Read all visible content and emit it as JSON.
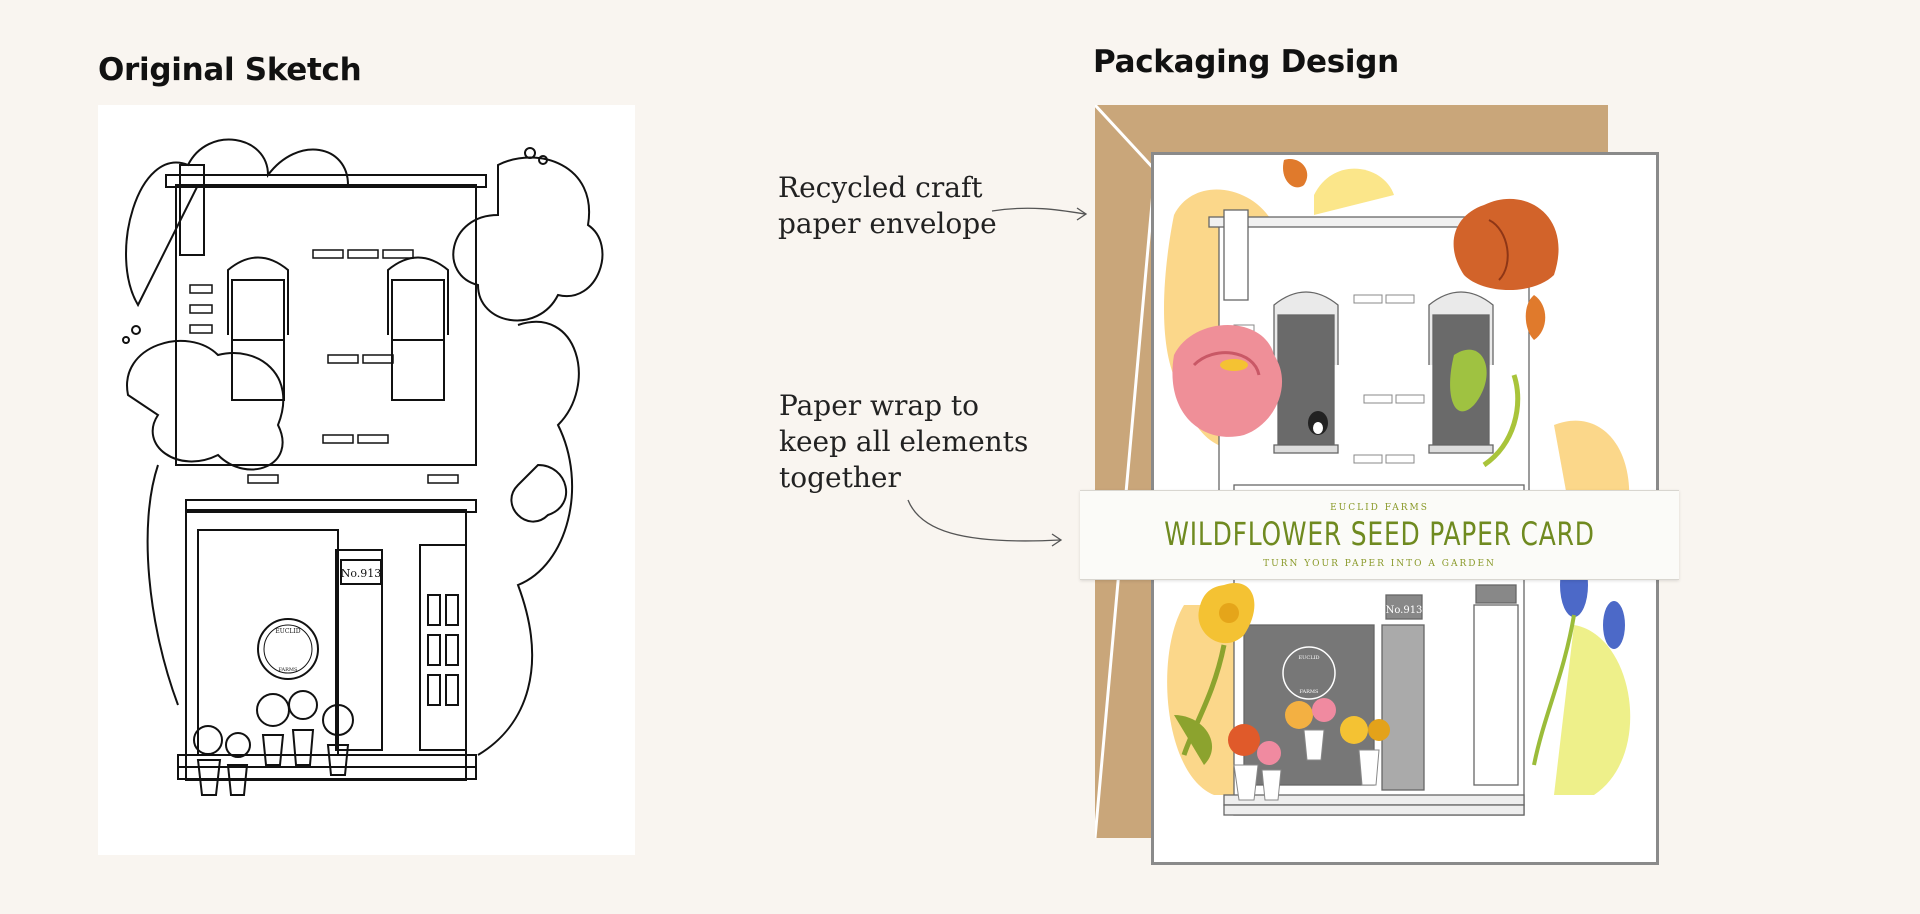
{
  "headings": {
    "sketch": "Original Sketch",
    "packaging": "Packaging Design"
  },
  "annotations": {
    "envelope": "Recycled craft\npaper envelope",
    "wrap": "Paper wrap to\nkeep all elements\ntogether"
  },
  "sketch": {
    "address": "No.913",
    "logo_top": "EUCLID",
    "logo_bottom": "FARMS"
  },
  "card": {
    "address": "No.913",
    "logo_top": "EUCLID",
    "logo_bottom": "FARMS"
  },
  "wrap": {
    "brand": "EUCLID FARMS",
    "title": "WILDFLOWER SEED PAPER CARD",
    "tagline": "TURN YOUR PAPER INTO A GARDEN"
  },
  "colors": {
    "background": "#f9f5f0",
    "kraft": "#c9a67a",
    "title_green": "#6f8a20",
    "flower_orange": "#d2632a",
    "flower_pink": "#ef8f98",
    "flower_yellow": "#f4c233",
    "grape_hyacinth": "#4c69c8"
  }
}
